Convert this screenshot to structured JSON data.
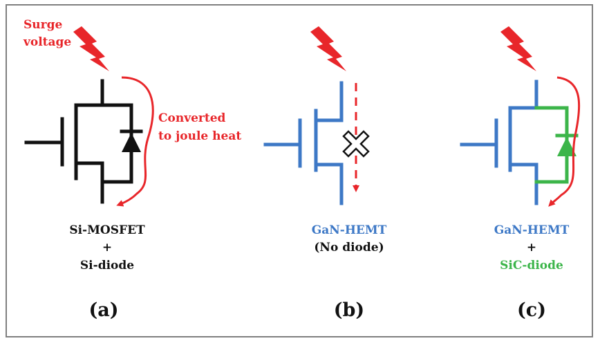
{
  "panel_a": {
    "annotation_surge_line1": "Surge",
    "annotation_surge_line2": "voltage",
    "annotation_heat_line1": "Converted",
    "annotation_heat_line2": "to joule heat",
    "label_line1": "Si-MOSFET",
    "label_plus": "+",
    "label_line2": "Si-diode",
    "caption": "(a)"
  },
  "panel_b": {
    "label_line1": "GaN-HEMT",
    "label_line2": "(No diode)",
    "caption": "(b)"
  },
  "panel_c": {
    "label_line1": "GaN-HEMT",
    "label_plus": "+",
    "label_line2": "SiC-diode",
    "caption": "(c)"
  },
  "colors": {
    "surge": "#e8262a",
    "si_device": "#111111",
    "gan_device": "#3d78c6",
    "sic_diode": "#3cb54a",
    "frame": "#7f7f7f"
  },
  "icons": [
    "lightning-bolt-icon",
    "diode-symbol-icon",
    "cross-mark-icon",
    "arrow-icon"
  ]
}
